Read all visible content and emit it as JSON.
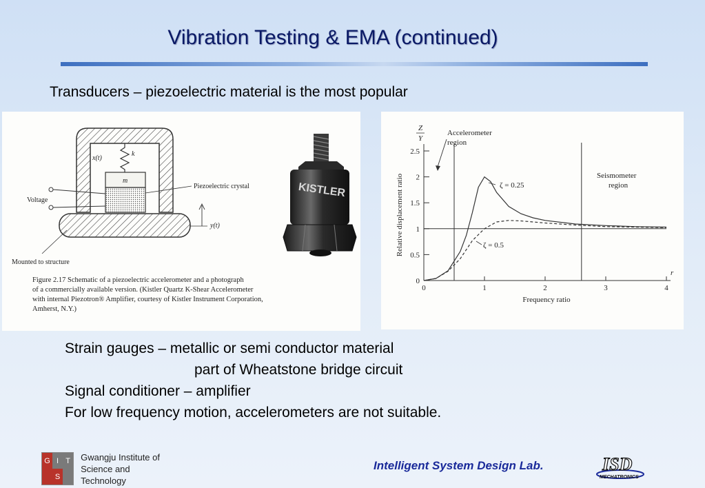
{
  "slide": {
    "title": "Vibration Testing & EMA (continued)",
    "subtitle": "Transducers – piezoelectric material is the most popular"
  },
  "figure_left": {
    "labels": {
      "x_t": "x(t)",
      "k": "k",
      "m": "m",
      "crystal": "Piezoelectric crystal",
      "voltage": "Voltage",
      "y_t": "y(t)",
      "mounted": "Mounted to structure",
      "brand": "KISTLER"
    },
    "caption_lines": [
      "Figure 2.17   Schematic of a piezoelectric accelerometer and a photograph",
      "of a commercially available version.  (Kistler Quartz K-Shear Accelerometer",
      "with internal Piezotron® Amplifier, courtesy of Kistler Instrument Corporation,",
      "Amherst, N.Y.)"
    ]
  },
  "chart_data": {
    "type": "line",
    "xlabel": "Frequency ratio",
    "ylabel": "Relative displacement ratio",
    "ylabel_top": "Z/Y",
    "x_axis_end_label": "r",
    "xlim": [
      0,
      4
    ],
    "ylim": [
      0,
      2.5
    ],
    "x_ticks": [
      0,
      1,
      2,
      3,
      4
    ],
    "y_ticks": [
      0,
      0.5,
      1,
      1.5,
      2,
      2.5
    ],
    "y_tick_labels": [
      "0",
      "0.5",
      "1",
      "1.5",
      "2",
      "2.5"
    ],
    "annotations": {
      "accelerometer": [
        "Accelerometer",
        "region"
      ],
      "seismometer": [
        "Seismometer",
        "region"
      ]
    },
    "region_lines_x": [
      0.5,
      2.6
    ],
    "series": [
      {
        "name": "ζ = 0.25",
        "style": "solid",
        "x": [
          0,
          0.2,
          0.4,
          0.6,
          0.7,
          0.8,
          0.9,
          1.0,
          1.1,
          1.2,
          1.4,
          1.6,
          1.8,
          2.0,
          2.5,
          3.0,
          3.5,
          4.0
        ],
        "y": [
          0,
          0.04,
          0.19,
          0.56,
          0.87,
          1.31,
          1.8,
          2.0,
          1.91,
          1.7,
          1.43,
          1.29,
          1.21,
          1.16,
          1.09,
          1.06,
          1.04,
          1.03
        ]
      },
      {
        "name": "ζ = 0.5",
        "style": "dashed",
        "x": [
          0,
          0.2,
          0.4,
          0.6,
          0.8,
          1.0,
          1.2,
          1.4,
          1.6,
          2.0,
          2.5,
          3.0,
          3.5,
          4.0
        ],
        "y": [
          0,
          0.04,
          0.18,
          0.42,
          0.77,
          1.0,
          1.13,
          1.16,
          1.15,
          1.11,
          1.07,
          1.04,
          1.03,
          1.02
        ]
      },
      {
        "name": "",
        "style": "solid-thin",
        "x": [
          0,
          4
        ],
        "y": [
          1,
          1
        ]
      }
    ],
    "colors": {
      "line": "#333333"
    }
  },
  "bullets": {
    "line1": "Strain gauges – metallic or semi conductor material",
    "line2": "part of Wheatstone bridge circuit",
    "line3": "Signal conditioner – amplifier",
    "line4": "For low frequency motion, accelerometers are not suitable."
  },
  "footer": {
    "gist_letters": [
      "G",
      "I",
      "T",
      "",
      "S",
      ""
    ],
    "gist_name_line1": "Gwangju Institute of",
    "gist_name_line2": "Science and Technology",
    "lab_name": "Intelligent System Design Lab.",
    "isd_logo_text": "ISD",
    "isd_logo_sub": "MECHATRONICS",
    "colors": {
      "gist_red": "#b8332a",
      "gist_gray": "#7a7a7a",
      "lab_blue": "#1a2a9a"
    }
  }
}
